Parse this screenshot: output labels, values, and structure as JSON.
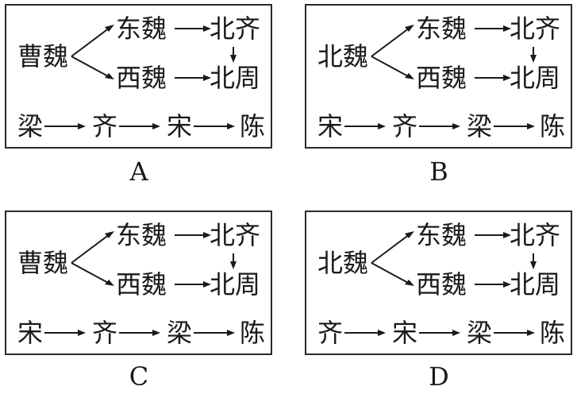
{
  "options": [
    {
      "caption": "A",
      "root": "曹魏",
      "east": "东魏",
      "west": "西魏",
      "north_qi": "北齐",
      "north_zhou": "北周",
      "southern": [
        "梁",
        "齐",
        "宋",
        "陈"
      ]
    },
    {
      "caption": "B",
      "root": "北魏",
      "east": "东魏",
      "west": "西魏",
      "north_qi": "北齐",
      "north_zhou": "北周",
      "southern": [
        "宋",
        "齐",
        "梁",
        "陈"
      ]
    },
    {
      "caption": "C",
      "root": "曹魏",
      "east": "东魏",
      "west": "西魏",
      "north_qi": "北齐",
      "north_zhou": "北周",
      "southern": [
        "宋",
        "齐",
        "梁",
        "陈"
      ]
    },
    {
      "caption": "D",
      "root": "北魏",
      "east": "东魏",
      "west": "西魏",
      "north_qi": "北齐",
      "north_zhou": "北周",
      "southern": [
        "齐",
        "宋",
        "梁",
        "陈"
      ]
    }
  ]
}
